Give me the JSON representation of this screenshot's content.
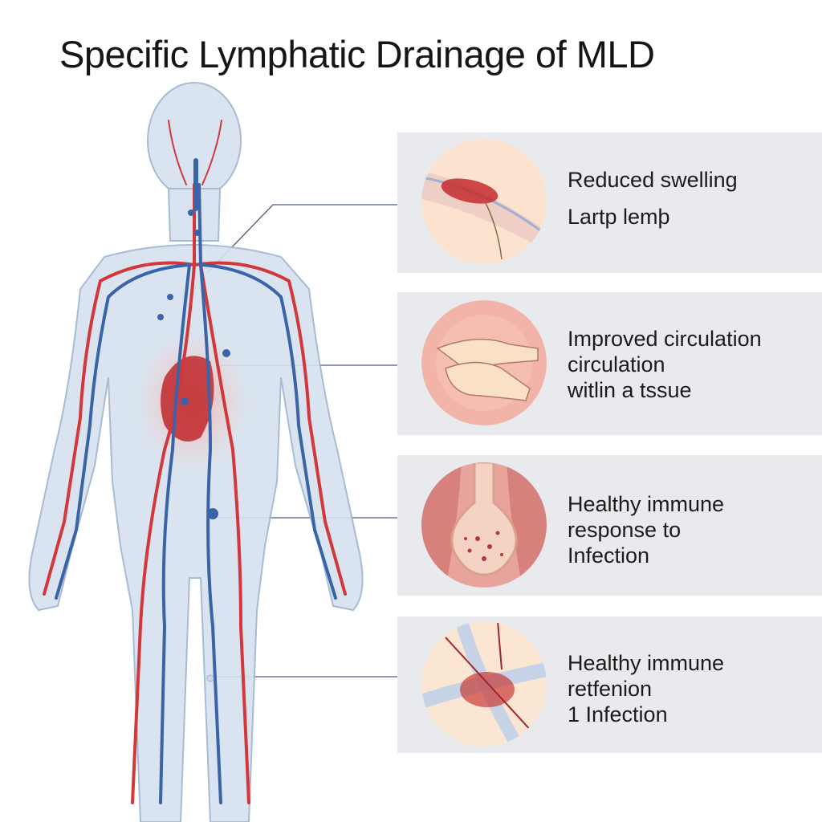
{
  "title": "Specific Lymphatic Drainage of MLD",
  "panels": [
    {
      "lines": [
        "Reduced swelling",
        "Lartp lemþ"
      ],
      "icon": "swollen-vessel-illustration"
    },
    {
      "lines": [
        "Improved circulation",
        "circulation",
        "witlin a tssue"
      ],
      "icon": "massage-hands-illustration"
    },
    {
      "lines": [
        "Healthy immune",
        "response to",
        "Infection"
      ],
      "icon": "lymph-node-illustration"
    },
    {
      "lines": [
        "Healthy immune",
        "retfenion",
        "1 Infection"
      ],
      "icon": "vessel-junction-illustration"
    }
  ],
  "colors": {
    "artery": "#d2373a",
    "vein": "#3a64a8",
    "body": "#c9d7e8",
    "panel": "#e9eaee"
  }
}
